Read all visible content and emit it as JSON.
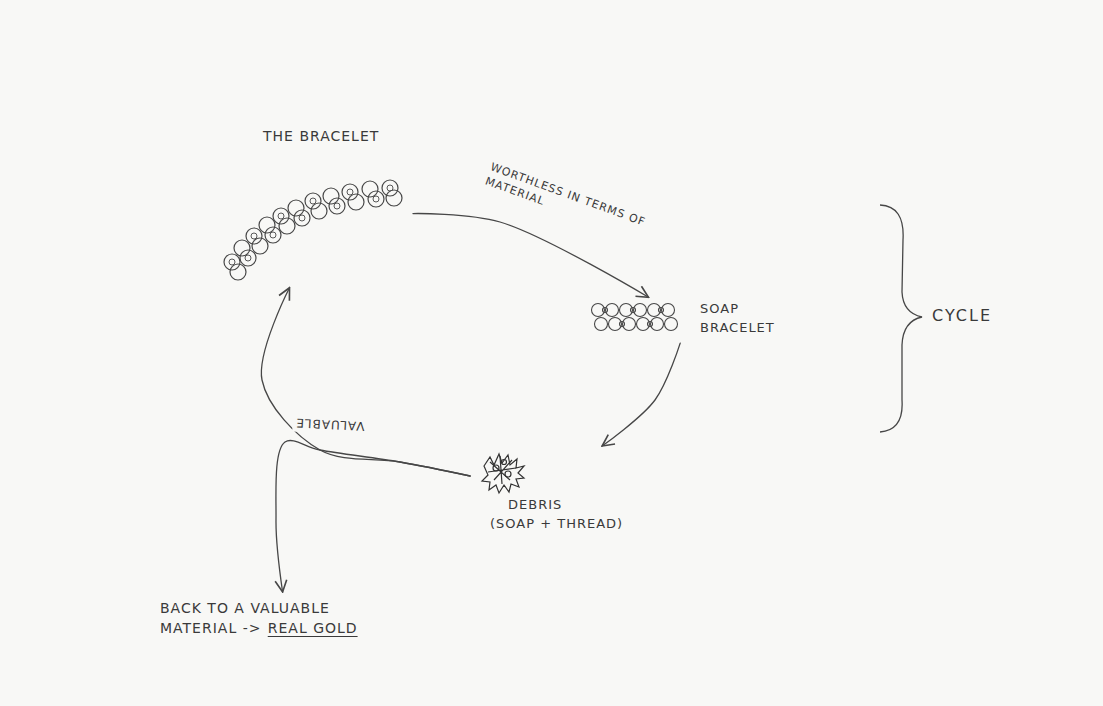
{
  "diagram": {
    "nodes": [
      {
        "text": [
          "THE BRACELET"
        ]
      },
      {
        "text": [
          "SOAP BRACELET"
        ]
      },
      {
        "text": [
          "DEBRIS",
          "(SOAP + THREAD)"
        ]
      },
      {
        "text": [
          "BACK TO A VALUABLE MATERIAL ->",
          "REAL GOLD"
        ]
      }
    ],
    "edges": [
      {
        "from": 0,
        "to": 1,
        "arrow": "to",
        "label": "WORTHLESS IN TERMS OF MATERIAL"
      },
      {
        "from": 1,
        "to": 2,
        "arrow": "to"
      },
      {
        "from": 2,
        "to": 0,
        "arrow": "to",
        "label": "VALUABLE"
      },
      {
        "from": 2,
        "to": 3,
        "arrow": "to"
      }
    ],
    "labels": [
      "CYCLE"
    ]
  }
}
